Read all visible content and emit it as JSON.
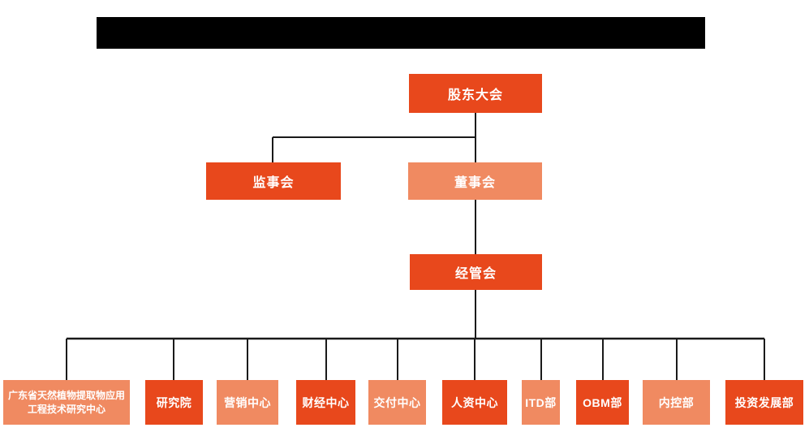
{
  "org_chart": {
    "nodes": {
      "shareholders": {
        "label": "股东大会",
        "color": "#E8481C"
      },
      "supervisory": {
        "label": "监事会",
        "color": "#E8481C"
      },
      "board": {
        "label": "董事会",
        "color": "#F08A61"
      },
      "management": {
        "label": "经管会",
        "color": "#E8481C"
      }
    },
    "departments": [
      {
        "label": "广东省天然植物提取物应用工程技术研究中心",
        "color": "#F08A61"
      },
      {
        "label": "研究院",
        "color": "#E8481C"
      },
      {
        "label": "营销中心",
        "color": "#F08A61"
      },
      {
        "label": "财经中心",
        "color": "#E8481C"
      },
      {
        "label": "交付中心",
        "color": "#F08A61"
      },
      {
        "label": "人资中心",
        "color": "#E8481C"
      },
      {
        "label": "ITD部",
        "color": "#F08A61"
      },
      {
        "label": "OBM部",
        "color": "#E8481C"
      },
      {
        "label": "内控部",
        "color": "#F08A61"
      },
      {
        "label": "投资发展部",
        "color": "#E8481C"
      }
    ]
  },
  "colors": {
    "primary": "#E8481C",
    "secondary": "#F08A61",
    "connector": "#1A1A1A",
    "redaction": "#000000",
    "node_text": "#FFFFFF"
  }
}
